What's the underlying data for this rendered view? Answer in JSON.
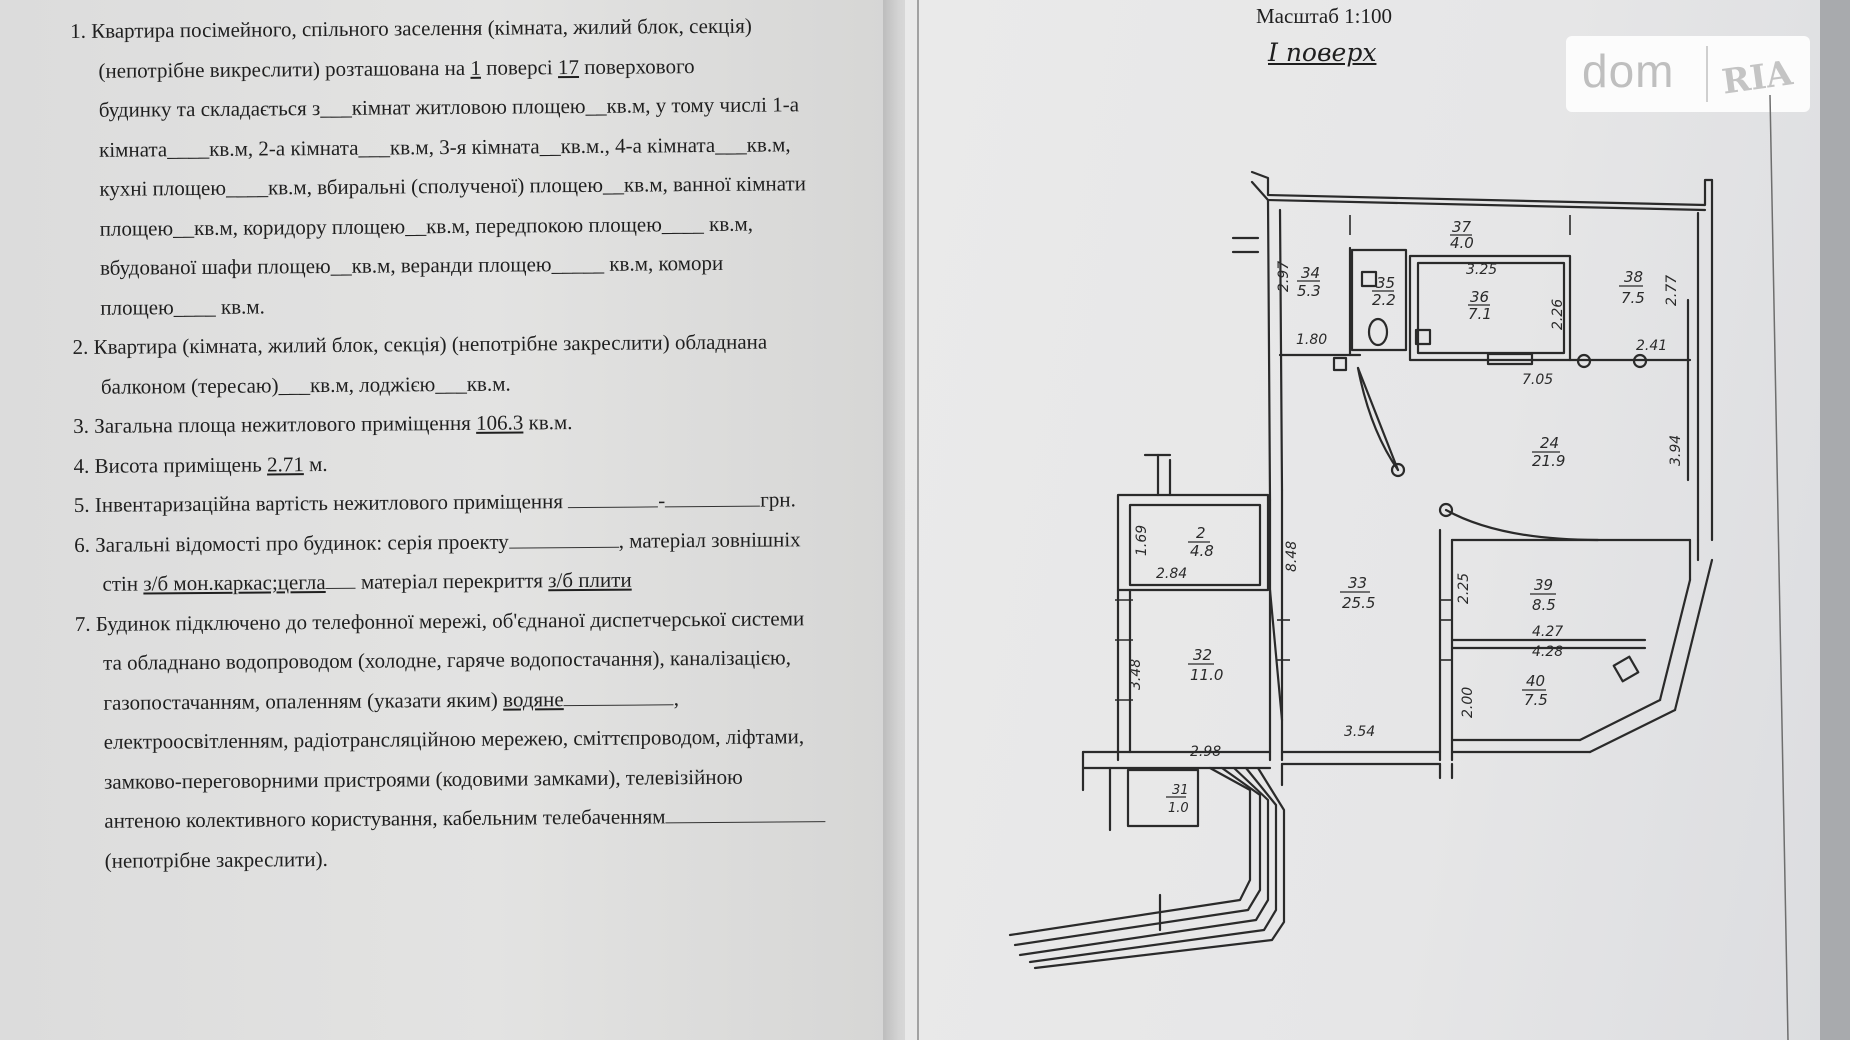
{
  "doc": {
    "p1": {
      "l1": "1. Квартира посімейного, спільного заселення (кімната, жилий блок, секція)",
      "l2a": "(непотрібне викреслити) розташована на ",
      "floor": "1",
      "l2b": " поверсі ",
      "floors": "17",
      "l2c": " поверхового",
      "l3": "будинку та складається з___кімнат житловою площею__кв.м, у тому числі 1-а",
      "l4": "кімната____кв.м, 2-а кімната___кв.м, 3-я кімната__кв.м., 4-а кімната___кв.м,",
      "l5": "кухні площею____кв.м, вбиральні (сполученої) площею__кв.м, ванної кімнати",
      "l6": "площею__кв.м, коридору площею__кв.м, передпокою площею____ кв.м,",
      "l7": "вбудованої шафи площею__кв.м, веранди площею_____ кв.м, комори",
      "l8": "площею____ кв.м."
    },
    "p2": {
      "l1": "2. Квартира (кімната, жилий блок, секція) (непотрібне закреслити) обладнана",
      "l2": "балконом (тересаю)___кв.м, лоджією___кв.м."
    },
    "p3": {
      "label": "3. Загальна площа нежитлового приміщення ",
      "value": "106.3",
      "unit": "кв.м."
    },
    "p4": {
      "label": "4. Висота приміщень ",
      "value": "2.71",
      "unit": "м."
    },
    "p5": {
      "label": "5. Інвентаризаційна вартість нежитлового приміщення ",
      "value": "-",
      "unit": "грн."
    },
    "p6": {
      "l1a": "6. Загальні відомості про будинок: серія проекту",
      "l1b": ", матеріал зовнішніх",
      "l2a": "стін ",
      "walls": "з/б мон.каркас;цегла",
      "l2b": " матеріал перекриття ",
      "ceiling": "з/б  плити"
    },
    "p7": {
      "l1": "7. Будинок підключено до телефонної мережі, об'єднаної диспетчерської системи",
      "l2": "та обладнано водопроводом (холодне, гаряче водопостачання), каналізацією,",
      "l3a": "газопостачанням, опаленням (указати яким) ",
      "heating": "водяне",
      "l3b": ",",
      "l4": "електроосвітленням, радіотрансляційною мережею, сміттєпроводом, ліфтами,",
      "l5": "замково-переговорними пристроями (кодовими замками), телевізійною",
      "l6": "антеною колективного користування, кабельним телебаченням",
      "l7": "(непотрібне закреслити)."
    }
  },
  "plan": {
    "scale": "Масштаб  1:100",
    "floor_title": "I поверх",
    "rooms": {
      "r34": {
        "no": "34",
        "area": "5.3"
      },
      "r35": {
        "no": "35",
        "area": "2.2"
      },
      "r36": {
        "no": "36",
        "area": "7.1"
      },
      "r37": {
        "no": "37",
        "area": "4.0"
      },
      "r38": {
        "no": "38",
        "area": "7.5"
      },
      "r24": {
        "no": "24",
        "area": "21.9"
      },
      "r2": {
        "no": "2",
        "area": "4.8"
      },
      "r33": {
        "no": "33",
        "area": "25.5"
      },
      "r39": {
        "no": "39",
        "area": "8.5"
      },
      "r32": {
        "no": "32",
        "area": "11.0"
      },
      "r40": {
        "no": "40",
        "area": "7.5"
      },
      "r31": {
        "no": "31",
        "area": "1.0"
      }
    },
    "dims": {
      "d297": "2.97",
      "d325": "3.25",
      "d226": "2.26",
      "d277": "2.77",
      "d180": "1.80",
      "d241": "2.41",
      "d705": "7.05",
      "d394": "3.94",
      "d169": "1.69",
      "d284": "2.84",
      "d848": "8.48",
      "d225": "2.25",
      "d427": "4.27",
      "d428": "4.28",
      "d348": "3.48",
      "d200": "2.00",
      "d354": "3.54",
      "d298": "2.98"
    }
  },
  "logo": {
    "dom": "dom",
    "ria": "RIA"
  }
}
